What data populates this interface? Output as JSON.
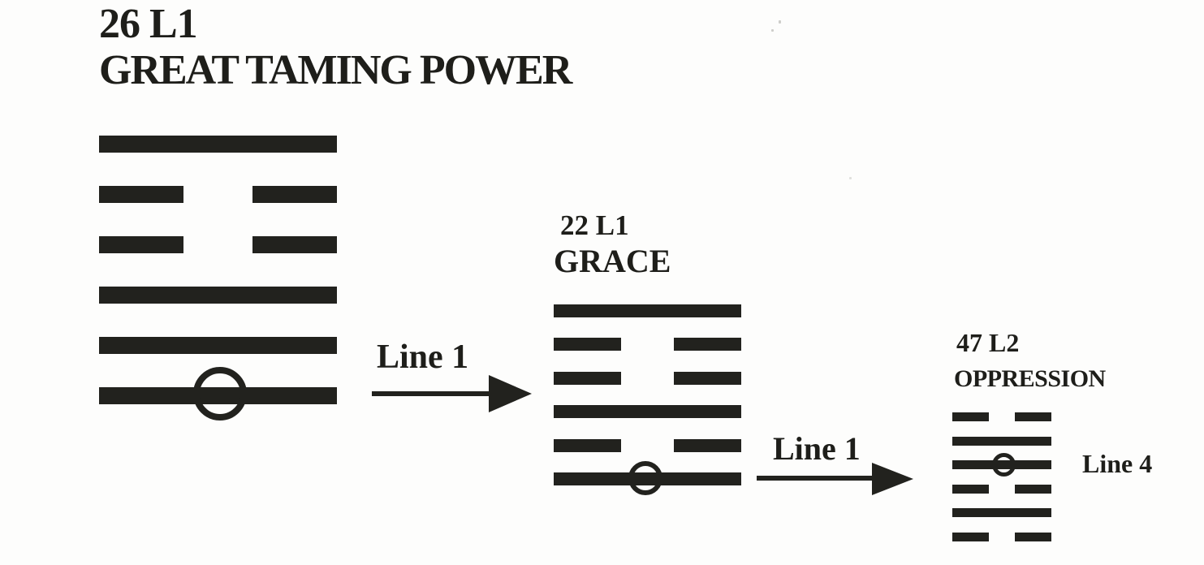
{
  "colors": {
    "paper": "#fdfdfc",
    "ink": "#22221e"
  },
  "hexagrams": [
    {
      "code": "26 L1",
      "name": "GREAT TAMING POWER",
      "lines_top_to_bottom": [
        "solid",
        "broken",
        "broken",
        "solid",
        "solid",
        "solid"
      ],
      "changing_line": "Line 1",
      "marker": "circle-on-line-1"
    },
    {
      "code": "22 L1",
      "name": "GRACE",
      "lines_top_to_bottom": [
        "solid",
        "broken",
        "broken",
        "solid",
        "broken",
        "solid"
      ],
      "changing_line": "Line 1",
      "marker": "circle-on-line-1"
    },
    {
      "code": "47 L2",
      "name": "OPPRESSION",
      "lines_top_to_bottom": [
        "broken",
        "solid",
        "solid",
        "broken",
        "solid",
        "broken"
      ],
      "changing_line": "Line 4",
      "marker": "circle-on-line-4"
    }
  ],
  "arrows": [
    {
      "from": "26 L1",
      "to": "22 L1",
      "label": "Line 1"
    },
    {
      "from": "22 L1",
      "to": "47 L2",
      "label": "Line 1"
    }
  ],
  "annotations": [
    {
      "target": "47 L2",
      "label": "Line 4"
    }
  ]
}
